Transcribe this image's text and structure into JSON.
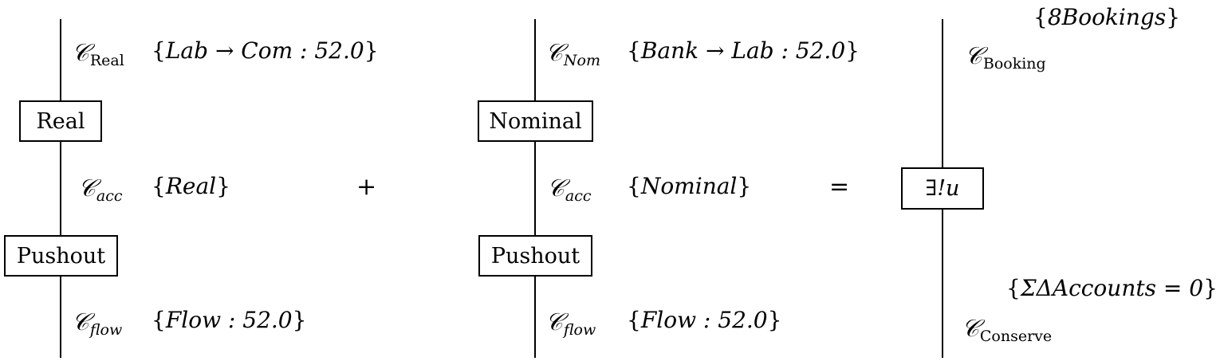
{
  "left": {
    "top_wire": {
      "symbol": "𝒞",
      "sub": "Real",
      "sub_italic": false,
      "set": "Lab → Com : 52.0"
    },
    "box1": "Real",
    "mid_wire": {
      "symbol": "𝒞",
      "sub": "acc",
      "sub_italic": true,
      "set": "Real"
    },
    "box2": "Pushout",
    "bottom_wire": {
      "symbol": "𝒞",
      "sub": "flow",
      "sub_italic": true,
      "set": "Flow : 52.0"
    }
  },
  "plus": "+",
  "middle": {
    "top_wire": {
      "symbol": "𝒞",
      "sub": "Nom",
      "sub_italic": true,
      "set": "Bank → Lab : 52.0"
    },
    "box1": "Nominal",
    "mid_wire": {
      "symbol": "𝒞",
      "sub": "acc",
      "sub_italic": true,
      "set": "Nominal"
    },
    "box2": "Pushout",
    "bottom_wire": {
      "symbol": "𝒞",
      "sub": "flow",
      "sub_italic": true,
      "set": "Flow : 52.0"
    }
  },
  "equals": "=",
  "right": {
    "top_set": "8Bookings",
    "top_wire": {
      "symbol": "𝒞",
      "sub": "Booking",
      "sub_italic": false
    },
    "box": "∃!u",
    "bottom_set": "ΣΔAccounts = 0",
    "bottom_wire": {
      "symbol": "𝒞",
      "sub": "Conserve",
      "sub_italic": false
    }
  },
  "braces": {
    "open": "{",
    "close": "}"
  }
}
